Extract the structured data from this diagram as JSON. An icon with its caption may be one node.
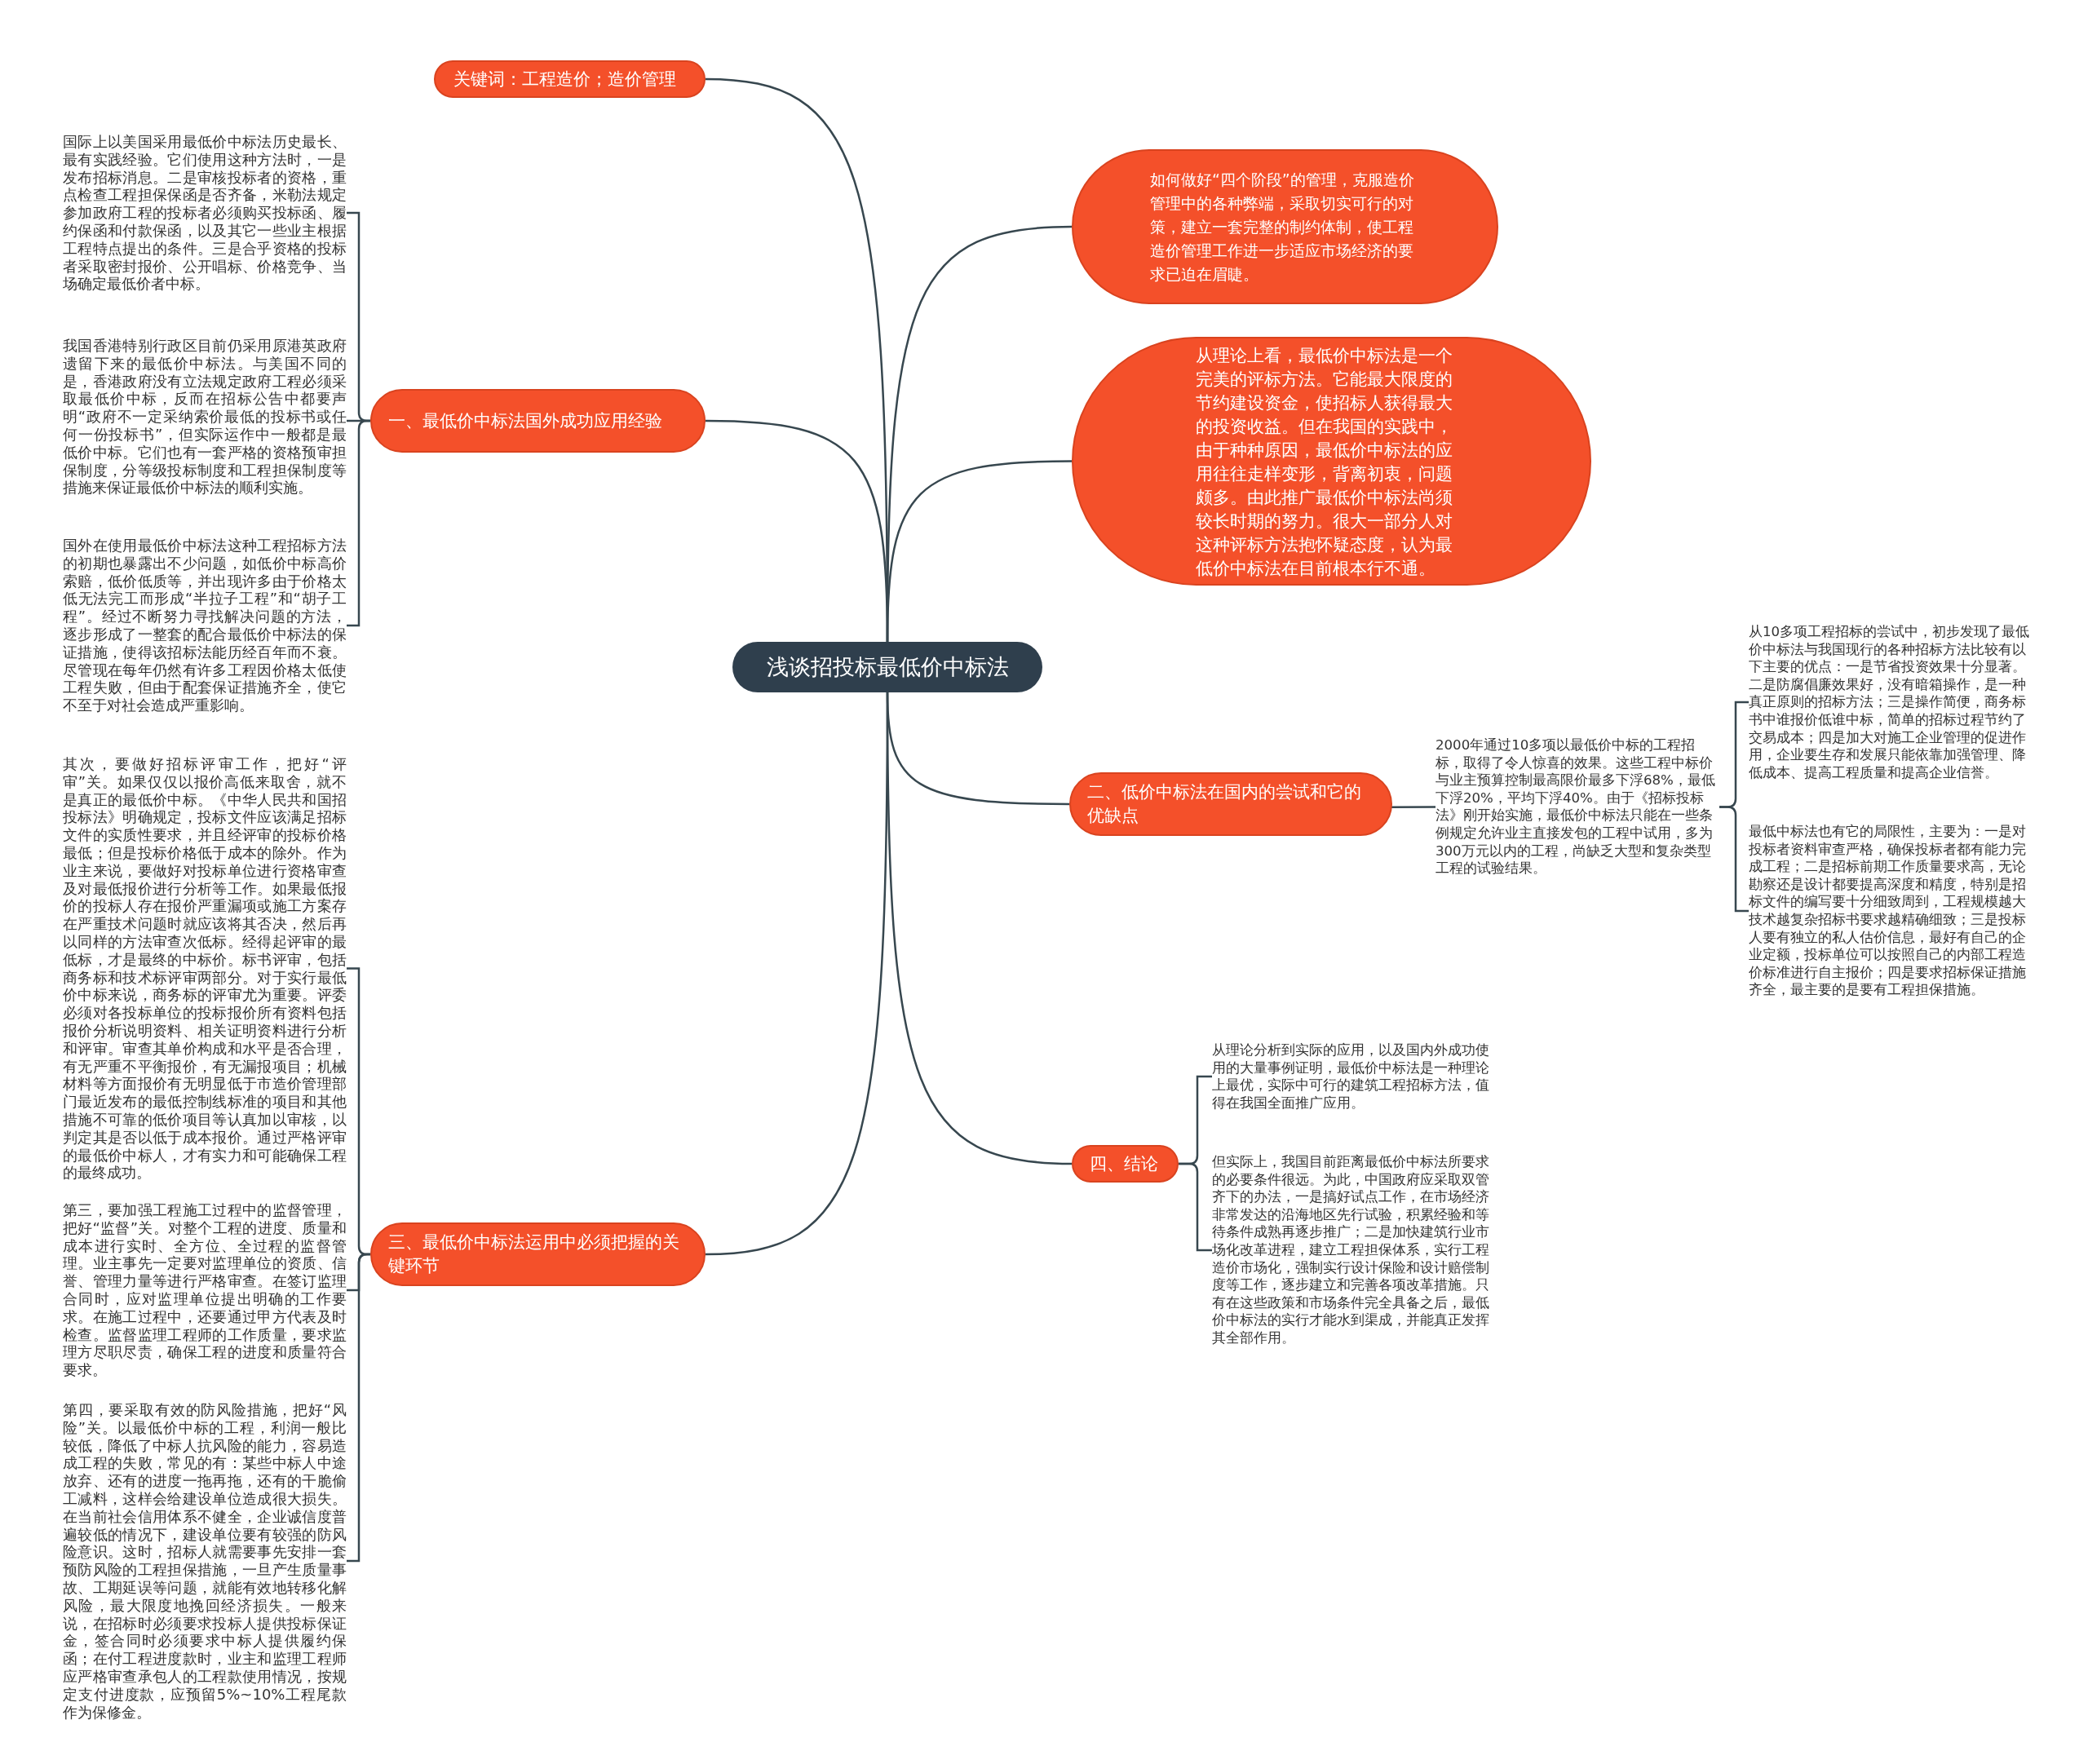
{
  "diagram": {
    "nodes": [
      {
        "text": [
          "浅谈招投标最低价中标法"
        ]
      },
      {
        "text": [
          "关键词：工程造价；造价管理"
        ]
      },
      {
        "text": [
          "一、最低价中标法国外成功应用经验"
        ]
      },
      {
        "text": [
          "国际上以美国采用最低价中标法历史最长、最有实践经验。它们使用这种方法时，一是发布招标消息。二是审核投标者的资格，重点检查工程担保保函是否齐备，米勒法规定参加政府工程的投标者必须购买投标函、履约保函和付款保函，以及其它一些业主根据工程特点提出的条件。三是合乎资格的投标者采取密封报价、公开唱标、价格竞争、当场确定最低价者中标。"
        ]
      },
      {
        "text": [
          "我国香港特别行政区目前仍采用原港英政府遗留下来的最低价中标法。与美国不同的是，香港政府没有立法规定政府工程必须采取最低价中标，反而在招标公告中都要声明“政府不一定采纳索价最低的投标书或任何一份投标书”，但实际运作中一般都是最低价中标。它们也有一套严格的资格预审担保制度，分等级投标制度和工程担保制度等措施来保证最低价中标法的顺利实施。"
        ]
      },
      {
        "text": [
          "国外在使用最低价中标法这种工程招标方法的初期也暴露出不少问题，如低价中标高价索赔，低价低质等，并出现许多由于价格太低无法完工而形成“半拉子工程”和“胡子工程”。经过不断努力寻找解决问题的方法，逐步形成了一整套的配合最低价中标法的保证措施，使得该招标法能历经百年而不衰。尽管现在每年仍然有许多工程因价格太低使工程失败，但由于配套保证措施齐全，使它不至于对社会造成严重影响。"
        ]
      },
      {
        "text": [
          "三、最低价中标法运用中必须把握的关键环节"
        ]
      },
      {
        "text": [
          "其次，要做好招标评审工作，把好“评审”关。如果仅仅以报价高低来取舍，就不是真正的最低价中标。《中华人民共和国招投标法》明确规定，投标文件应该满足招标文件的实质性要求，并且经评审的投标价格最低；但是投标价格低于成本的除外。作为业主来说，要做好对投标单位进行资格审查及对最低报价进行分析等工作。如果最低报价的投标人存在报价严重漏项或施工方案存在严重技术问题时就应该将其否决，然后再以同样的方法审查次低标。经得起评审的最低标，才是最终的中标价。标书评审，包括商务标和技术标评审两部分。对于实行最低价中标来说，商务标的评审尤为重要。评委必须对各投标单位的投标报价所有资料包括报价分析说明资料、相关证明资料进行分析和评审。审查其单价构成和水平是否合理，有无严重不平衡报价，有无漏报项目；机械材料等方面报价有无明显低于市造价管理部门最近发布的最低控制线标准的项目和其他措施不可靠的低价项目等认真加以审核，以判定其是否以低于成本报价。通过严格评审的最低价中标人，才有实力和可能确保工程的最终成功。"
        ]
      },
      {
        "text": [
          "第三，要加强工程施工过程中的监督管理，把好“监督”关。对整个工程的进度、质量和成本进行实时、全方位、全过程的监督管理。业主事先一定要对监理单位的资质、信誉、管理力量等进行严格审查。在签订监理合同时，应对监理单位提出明确的工作要求。在施工过程中，还要通过甲方代表及时检查。监督监理工程师的工作质量，要求监理方尽职尽责，确保工程的进度和质量符合要求。"
        ]
      },
      {
        "text": [
          "第四，要采取有效的防风险措施，把好“风险”关。以最低价中标的工程，利润一般比较低，降低了中标人抗风险的能力，容易造成工程的失败，常见的有：某些中标人中途放弃、还有的进度一拖再拖，还有的干脆偷工减料，这样会给建设单位造成很大损失。在当前社会信用体系不健全，企业诚信度普遍较低的情况下，建设单位要有较强的防风险意识。这时，招标人就需要事先安排一套预防风险的工程担保措施，一旦产生质量事故、工期延误等问题，就能有效地转移化解风险，最大限度地挽回经济损失。一般来说，在招标时必须要求投标人提供投标保证金，签合同时必须要求中标人提供履约保函；在付工程进度款时，业主和监理工程师应严格审查承包人的工程款使用情况，按规定支付进度款，应预留5%~10%工程尾款作为保修金。"
        ]
      },
      {
        "text": [
          "如何做好“四个阶段”的管理，克服造价管理中的各种弊端，采取切实可行的对策，建立一套完整的制约体制，使工程造价管理工作进一步适应市场经济的要求已迫在眉睫。"
        ]
      },
      {
        "text": [
          "从理论上看，最低价中标法是一个完美的评标方法。它能最大限度的节约建设资金，使招标人获得最大的投资收益。但在我国的实践中，由于种种原因，最低价中标法的应用往往走样变形，背离初衷，问题颇多。由此推广最低价中标法尚须较长时期的努力。很大一部分人对这种评标方法抱怀疑态度，认为最低价中标法在目前根本行不通。"
        ]
      },
      {
        "text": [
          "二、低价中标法在国内的尝试和它的优缺点"
        ]
      },
      {
        "text": [
          "2000年通过10多项以最低价中标的工程招标，取得了令人惊喜的效果。这些工程中标价与业主预算控制最高限价最多下浮68%，最低下浮20%，平均下浮40%。由于《招标投标法》刚开始实施，最低价中标法只能在一些条例规定允许业主直接发包的工程中试用，多为300万元以内的工程，尚缺乏大型和复杂类型工程的试验结果。"
        ]
      },
      {
        "text": [
          "从10多项工程招标的尝试中，初步发现了最低价中标法与我国现行的各种招标方法比较有以下主要的优点：一是节省投资效果十分显著。二是防腐倡廉效果好，没有暗箱操作，是一种真正原则的招标方法；三是操作简便，商务标书中谁报价低谁中标，简单的招标过程节约了交易成本；四是加大对施工企业管理的促进作用，企业要生存和发展只能依靠加强管理、降低成本、提高工程质量和提高企业信誉。"
        ]
      },
      {
        "text": [
          "最低中标法也有它的局限性，主要为：一是对投标者资料审查严格，确保投标者都有能力完成工程；二是招标前期工作质量要求高，无论勘察还是设计都要提高深度和精度，特别是招标文件的编写要十分细致周到，工程规模越大技术越复杂招标书要求越精确细致；三是投标人要有独立的私人估价信息，最好有自己的企业定额，投标单位可以按照自己的内部工程造价标准进行自主报价；四是要求招标保证措施齐全，最主要的是要有工程担保措施。"
        ]
      },
      {
        "text": [
          "四、结论"
        ]
      },
      {
        "text": [
          "从理论分析到实际的应用，以及国内外成功使用的大量事例证明，最低价中标法是一种理论上最优，实际中可行的建筑工程招标方法，值得在我国全面推广应用。"
        ]
      },
      {
        "text": [
          "但实际上，我国目前距离最低价中标法所要求的必要条件很远。为此，中国政府应采取双管齐下的办法，一是搞好试点工作，在市场经济非常发达的沿海地区先行试验，积累经验和等待条件成熟再逐步推广；二是加快建筑行业市场化改革进程，建立工程担保体系，实行工程造价市场化，强制实行设计保险和设计赔偿制度等工作，逐步建立和完善各项改革措施。只有在这些政策和市场条件完全具备之后，最低价中标法的实行才能水到渠成，并能真正发挥其全部作用。"
        ]
      }
    ],
    "edges": [
      {
        "from": 0,
        "to": 1,
        "arrow": "none"
      },
      {
        "from": 0,
        "to": 2,
        "arrow": "none"
      },
      {
        "from": 2,
        "to": 3,
        "arrow": "none"
      },
      {
        "from": 2,
        "to": 4,
        "arrow": "none"
      },
      {
        "from": 2,
        "to": 5,
        "arrow": "none"
      },
      {
        "from": 0,
        "to": 6,
        "arrow": "none"
      },
      {
        "from": 6,
        "to": 7,
        "arrow": "none"
      },
      {
        "from": 6,
        "to": 8,
        "arrow": "none"
      },
      {
        "from": 6,
        "to": 9,
        "arrow": "none"
      },
      {
        "from": 0,
        "to": 10,
        "arrow": "none"
      },
      {
        "from": 0,
        "to": 11,
        "arrow": "none"
      },
      {
        "from": 0,
        "to": 12,
        "arrow": "none"
      },
      {
        "from": 12,
        "to": 13,
        "arrow": "none"
      },
      {
        "from": 13,
        "to": 14,
        "arrow": "none"
      },
      {
        "from": 13,
        "to": 15,
        "arrow": "none"
      },
      {
        "from": 0,
        "to": 16,
        "arrow": "none"
      },
      {
        "from": 16,
        "to": 17,
        "arrow": "none"
      },
      {
        "from": 16,
        "to": 18,
        "arrow": "none"
      }
    ]
  }
}
